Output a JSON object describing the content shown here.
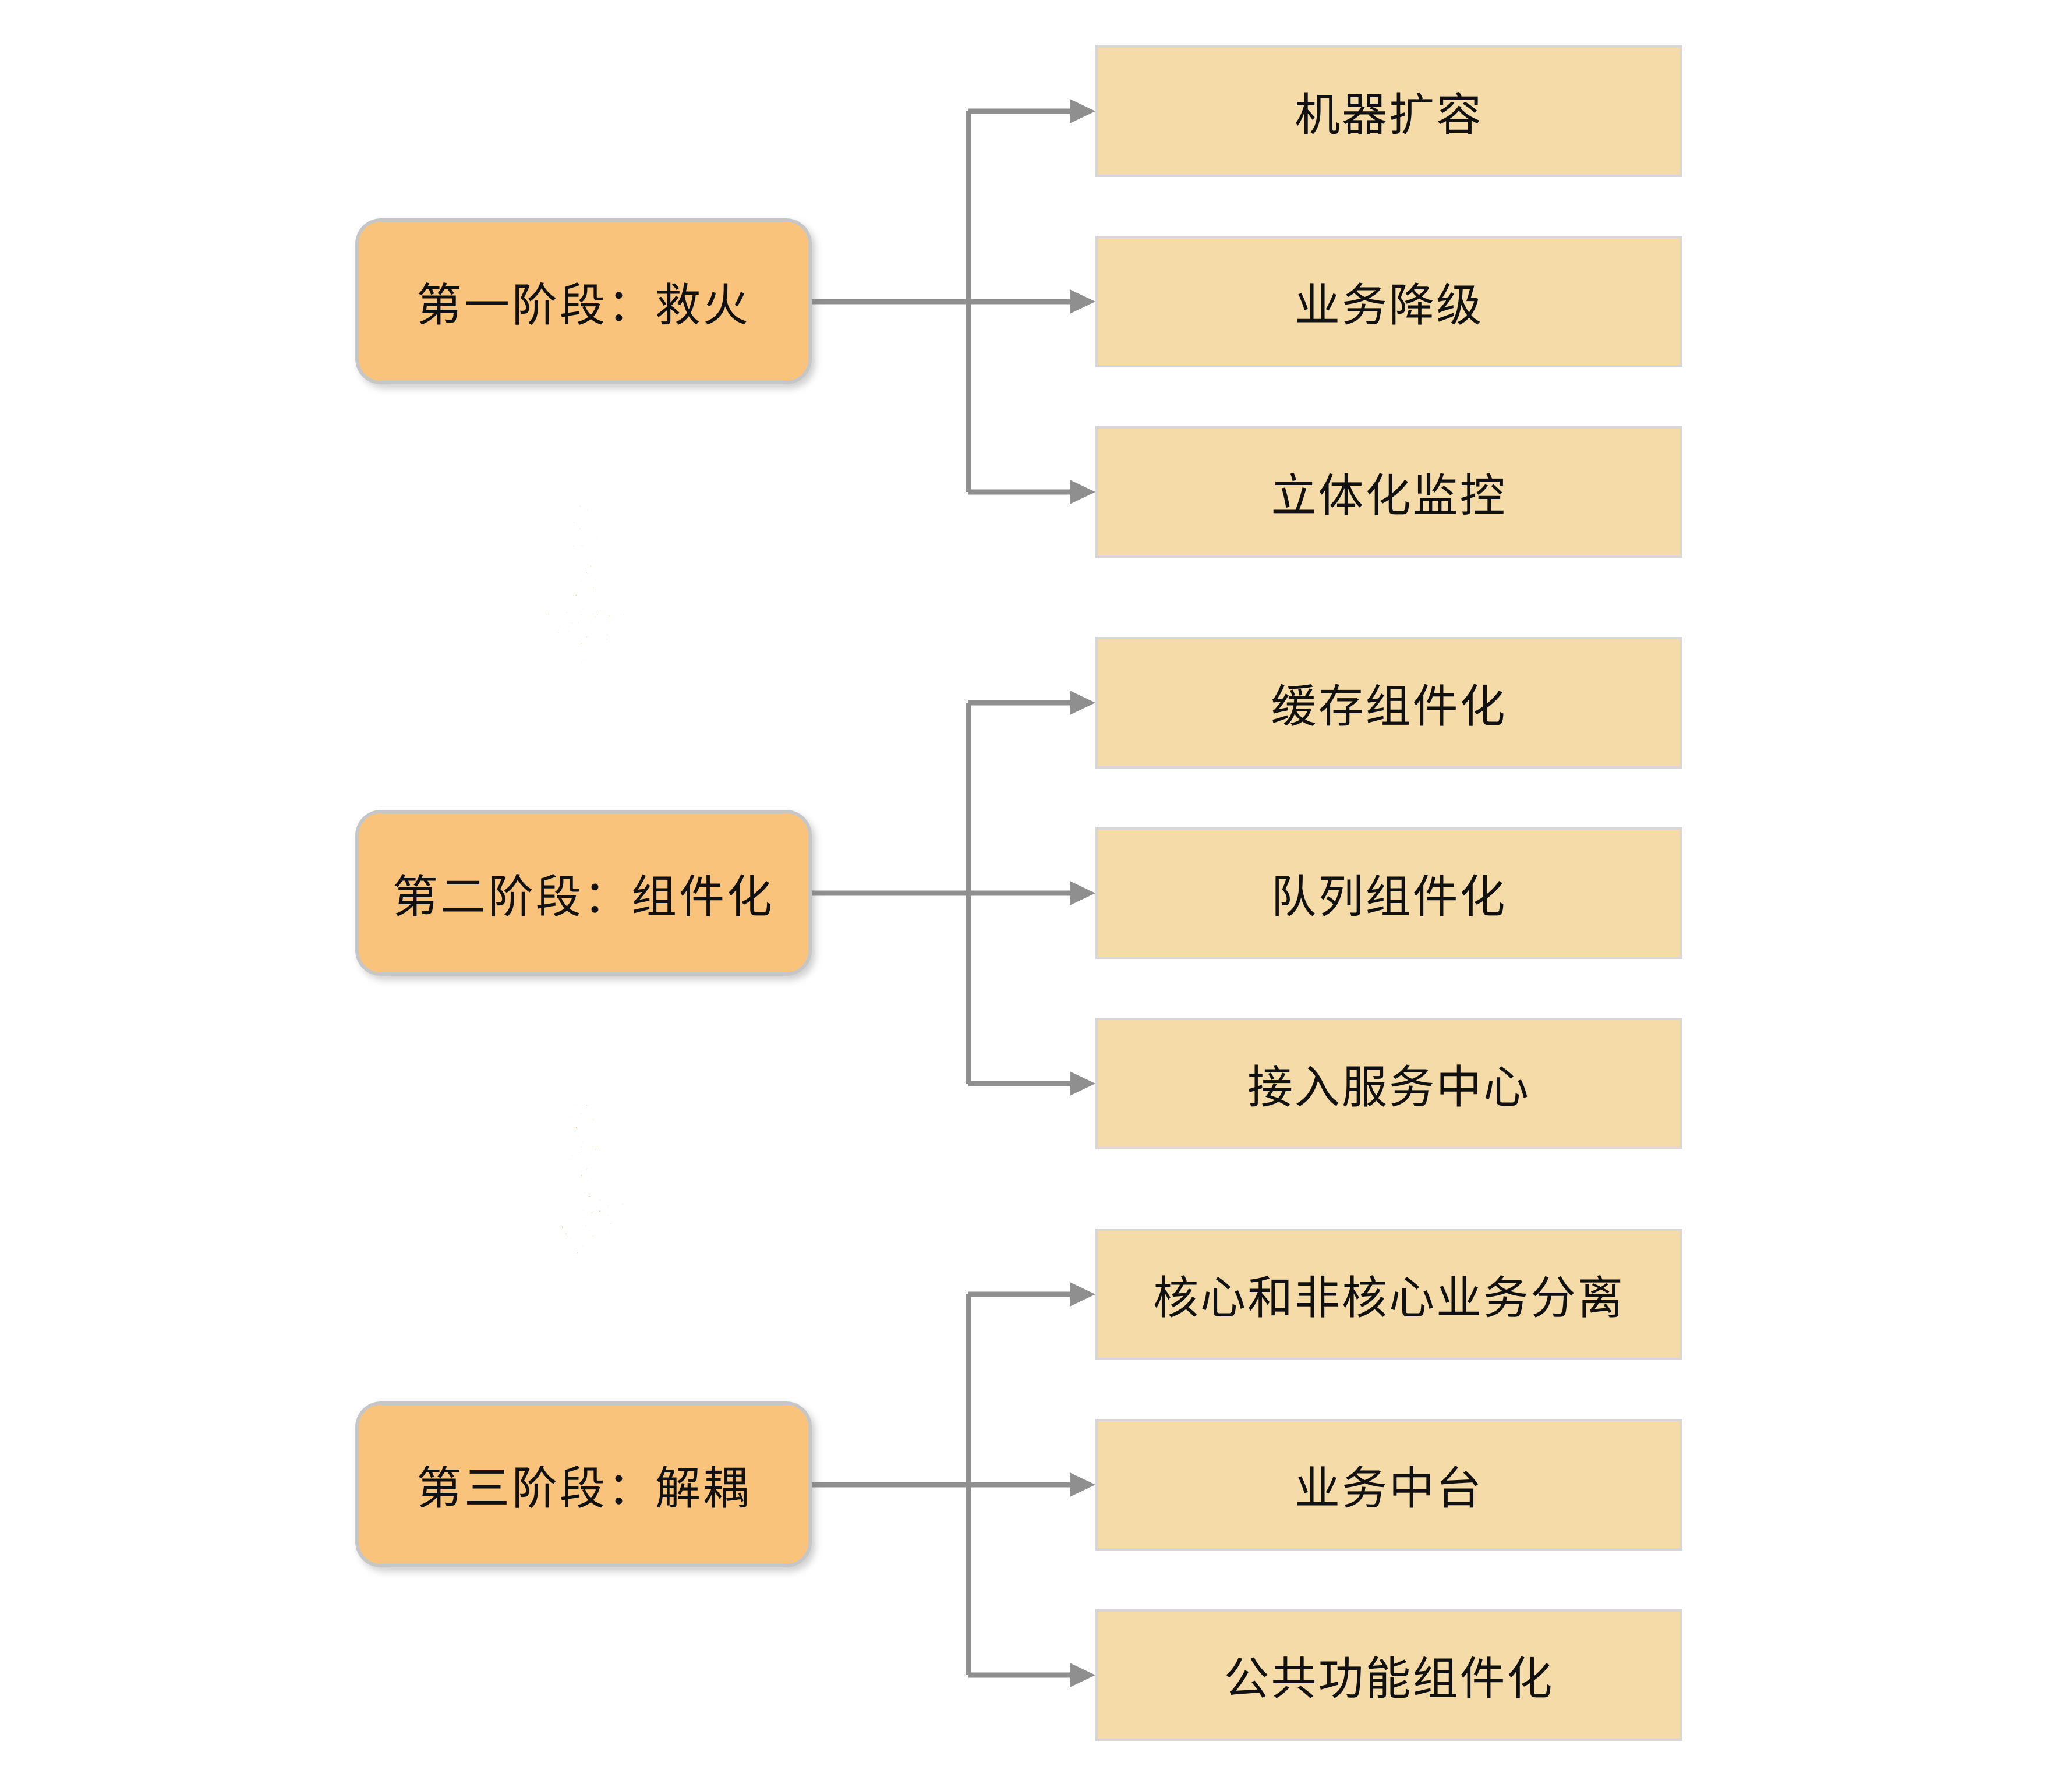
{
  "diagram": {
    "type": "flowchart",
    "stages": [
      {
        "label": "第一阶段：救火",
        "children": [
          "机器扩容",
          "业务降级",
          "立体化监控"
        ]
      },
      {
        "label": "第二阶段：组件化",
        "children": [
          "缓存组件化",
          "队列组件化",
          "接入服务中心"
        ]
      },
      {
        "label": "第三阶段：解耦",
        "children": [
          "核心和非核心业务分离",
          "业务中台",
          "公共功能组件化"
        ]
      }
    ],
    "icons": {
      "between_stages": "crayon-down-arrow-icon",
      "branch_tip": "arrow-head-icon"
    },
    "colors": {
      "stage_fill": "#FAC37B",
      "stage_border": "#C6C6C6",
      "child_fill": "#F5DBA8",
      "child_border": "#D9D6D9",
      "connector": "#8F8F8F",
      "stage_arrow": "#F07511",
      "text": "#111111",
      "background": "#FFFFFF"
    }
  }
}
